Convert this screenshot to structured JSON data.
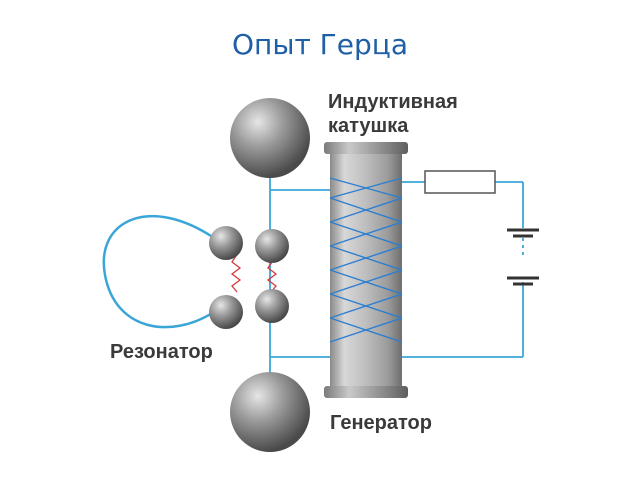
{
  "title": "Опыт Герца",
  "labels": {
    "coil_line1": "Индуктивная",
    "coil_line2": "катушка",
    "resonator": "Резонатор",
    "generator": "Генератор"
  },
  "colors": {
    "title": "#1f5fa6",
    "wire": "#3aa6d8",
    "coil_winding": "#2d7fd0",
    "spark": "#d43a3a"
  }
}
